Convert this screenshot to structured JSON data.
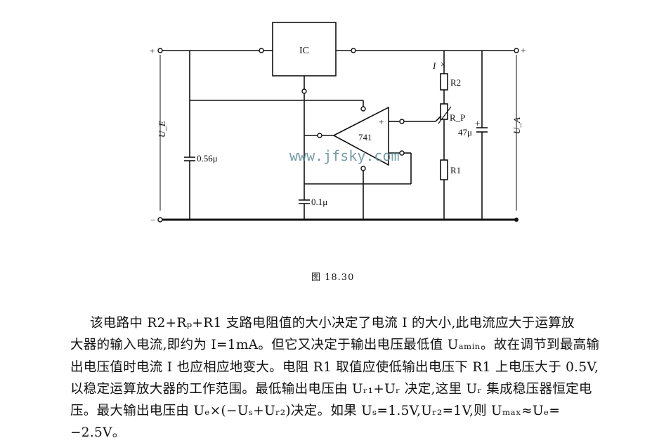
{
  "figure": {
    "labels": {
      "ic": "IC",
      "opamp": "741",
      "plus_in": "+",
      "minus_in": "−",
      "plus_out": "+",
      "ue": "U_E",
      "ua": "U_A",
      "c1": "0.56μ",
      "c2": "0.1μ",
      "c3": "47μ",
      "r2": "R2",
      "rp": "R_P",
      "r1": "R1",
      "current": "I",
      "opamp_plus": "+",
      "cap_plus": "+"
    },
    "watermark": "www.jfsky.com",
    "caption": "图 18.30"
  },
  "paragraph": {
    "lines": [
      "该电路中 R2+Rₚ+R1 支路电阻值的大小决定了电流 I 的大小,此电流应大于运算放",
      "大器的输入电流,即约为 I=1mA。但它又决定于输出电压最低值 Uₐₘᵢₙ。故在调节到最高输",
      "出电压值时电流 I 也应相应地变大。电阻 R1 取值应使低输出电压下 R1 上电压大于 0.5V,",
      "以稳定运算放大器的工作范围。最低输出电压由 Uᵣ₁+Uᵣ 决定,这里 Uᵣ 集成稳压器恒定电",
      "压。最大输出电压由 Uₑ×(−Uₛ+Uᵣ₂)决定。如果 Uₛ=1.5V,Uᵣ₂=1V,则 Uₘₐₓ≈Uₑ=",
      "−2.5V。"
    ]
  }
}
